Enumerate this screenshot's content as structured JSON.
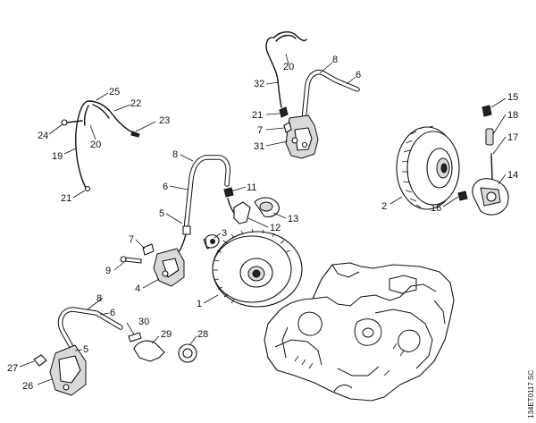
{
  "diagram": {
    "drawing_code": "134ET0117 SC",
    "callouts": [
      {
        "label": "20"
      },
      {
        "label": "8"
      },
      {
        "label": "6"
      },
      {
        "label": "32"
      },
      {
        "label": "21"
      },
      {
        "label": "7"
      },
      {
        "label": "31"
      },
      {
        "label": "25"
      },
      {
        "label": "22"
      },
      {
        "label": "23"
      },
      {
        "label": "24"
      },
      {
        "label": "20"
      },
      {
        "label": "19"
      },
      {
        "label": "21"
      },
      {
        "label": "15"
      },
      {
        "label": "18"
      },
      {
        "label": "17"
      },
      {
        "label": "14"
      },
      {
        "label": "2"
      },
      {
        "label": "16"
      },
      {
        "label": "8"
      },
      {
        "label": "6"
      },
      {
        "label": "11"
      },
      {
        "label": "5"
      },
      {
        "label": "13"
      },
      {
        "label": "12"
      },
      {
        "label": "3"
      },
      {
        "label": "7"
      },
      {
        "label": "9"
      },
      {
        "label": "4"
      },
      {
        "label": "1"
      },
      {
        "label": "8"
      },
      {
        "label": "6"
      },
      {
        "label": "30"
      },
      {
        "label": "29"
      },
      {
        "label": "28"
      },
      {
        "label": "5"
      },
      {
        "label": "27"
      },
      {
        "label": "26"
      }
    ]
  }
}
